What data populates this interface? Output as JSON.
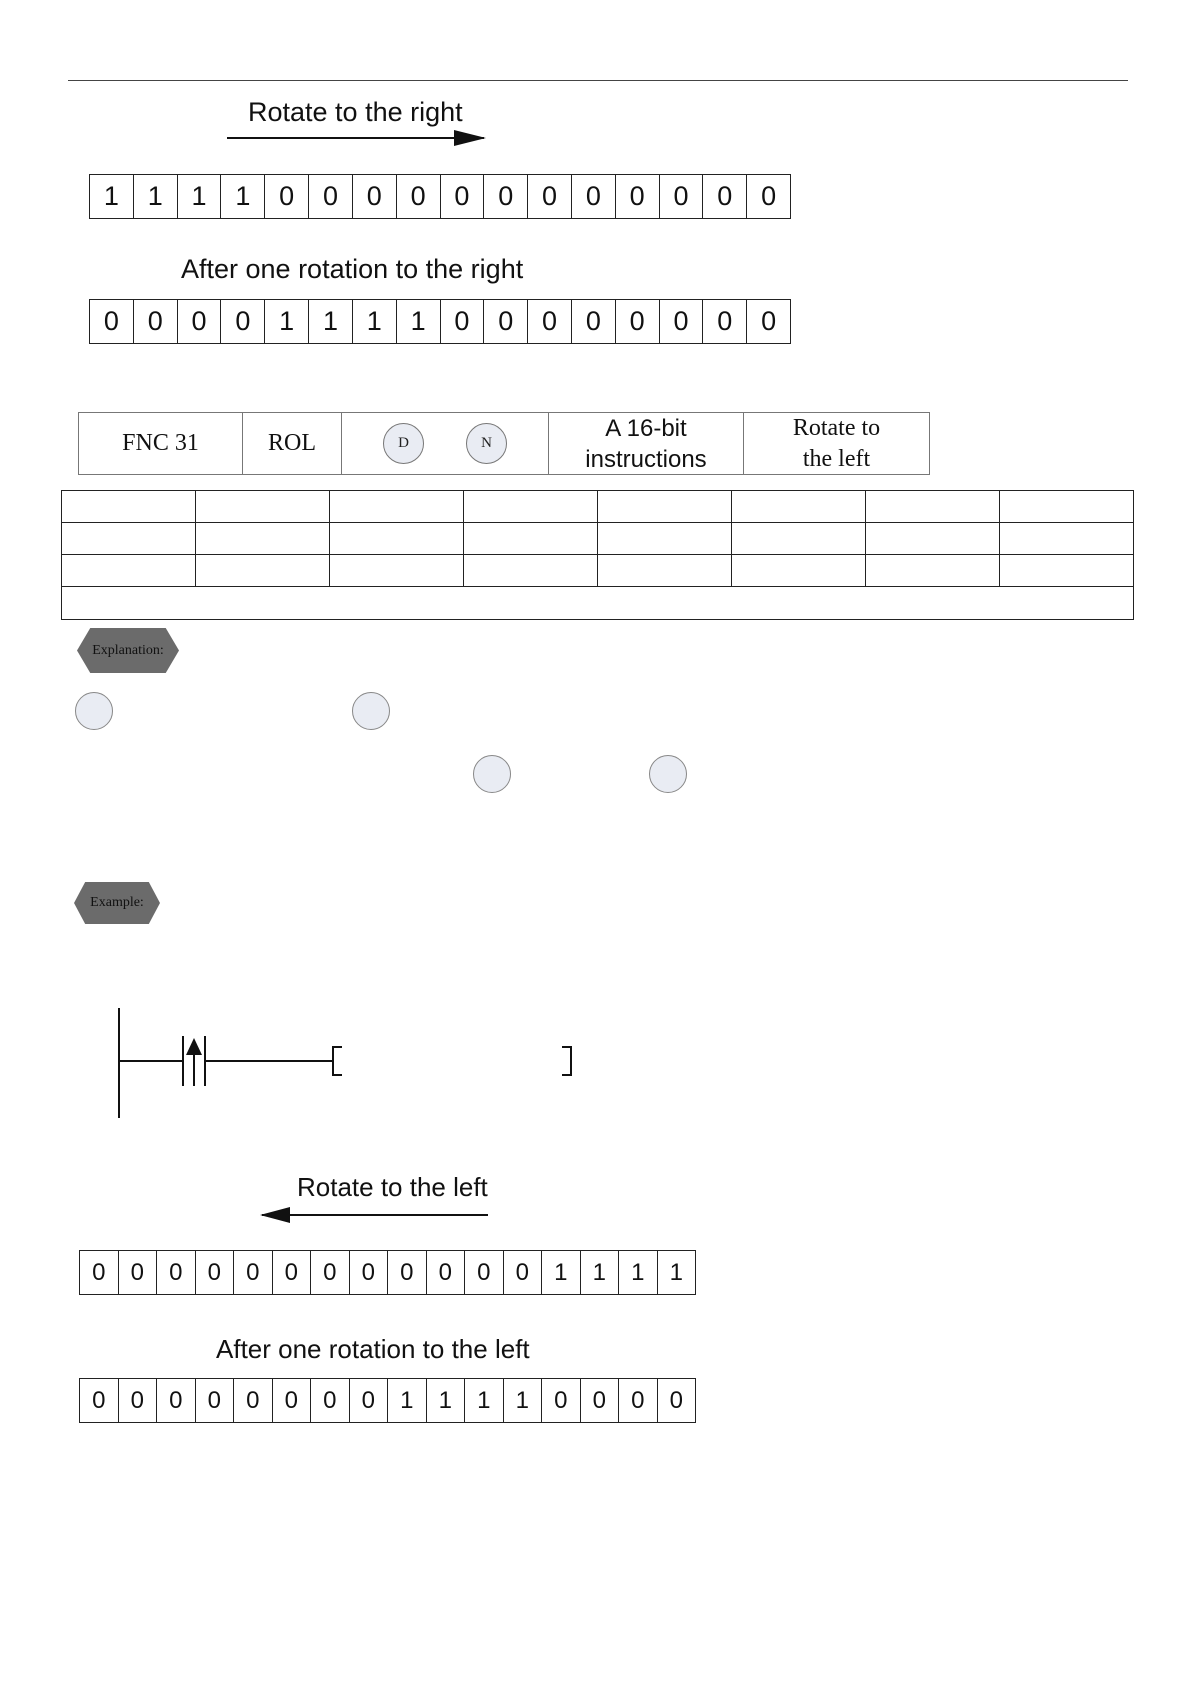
{
  "rotate_right": {
    "caption": "Rotate to the right",
    "before_bits": [
      "1",
      "1",
      "1",
      "1",
      "0",
      "0",
      "0",
      "0",
      "0",
      "0",
      "0",
      "0",
      "0",
      "0",
      "0",
      "0"
    ],
    "after_caption": "After one rotation to the right",
    "after_bits": [
      "0",
      "0",
      "0",
      "0",
      "1",
      "1",
      "1",
      "1",
      "0",
      "0",
      "0",
      "0",
      "0",
      "0",
      "0",
      "0"
    ]
  },
  "instruction": {
    "fnc": "FNC 31",
    "mnemonic": "ROL",
    "operand_d": "D",
    "operand_n": "N",
    "bits_line1": "A 16-bit",
    "bits_line2": "instructions",
    "desc_line1": "Rotate to",
    "desc_line2": "the left"
  },
  "explanation_label": "Explanation:",
  "example_label": "Example:",
  "rotate_left": {
    "caption": "Rotate to the left",
    "before_bits": [
      "0",
      "0",
      "0",
      "0",
      "0",
      "0",
      "0",
      "0",
      "0",
      "0",
      "0",
      "0",
      "1",
      "1",
      "1",
      "1"
    ],
    "after_caption": "After one rotation to the left",
    "after_bits": [
      "0",
      "0",
      "0",
      "0",
      "0",
      "0",
      "0",
      "0",
      "1",
      "1",
      "1",
      "1",
      "0",
      "0",
      "0",
      "0"
    ]
  },
  "colors": {
    "badge_fill": "#6b6b6b",
    "operand_circle_fill": "#e9ecf3"
  }
}
